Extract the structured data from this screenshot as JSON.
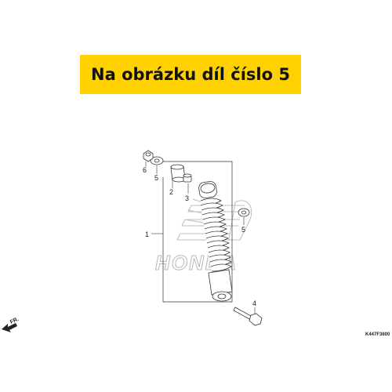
{
  "banner": {
    "text": "Na obrázku díl číslo 5",
    "background_color": "#FFD100"
  },
  "diagram": {
    "part_labels": [
      "6",
      "5",
      "2",
      "3",
      "1",
      "5",
      "4"
    ],
    "direction_label": "FR.",
    "drawing_code": "K447F3600",
    "brand_watermark": "HONDA"
  }
}
